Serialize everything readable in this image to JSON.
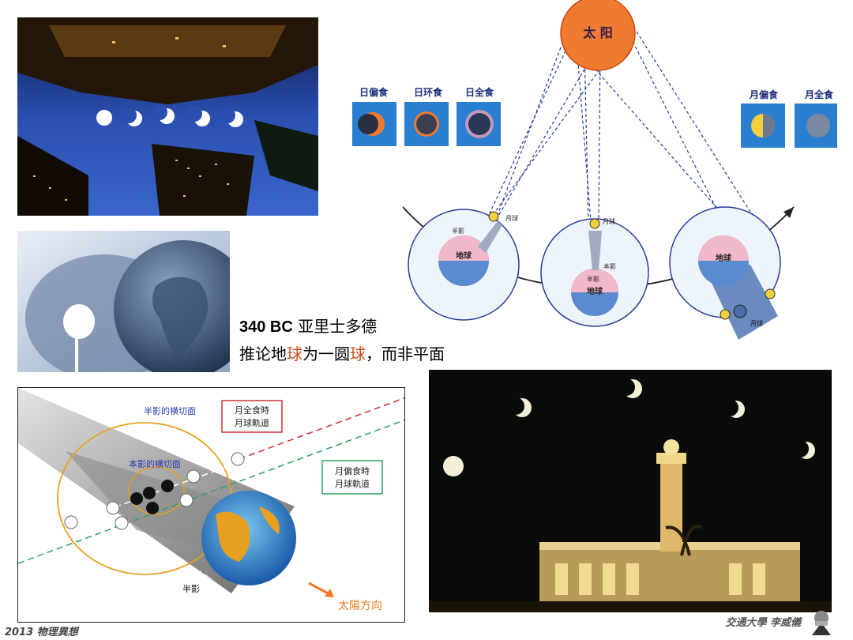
{
  "diagram": {
    "sun_label": "太 阳",
    "solar_eclipses": [
      "日偏食",
      "日环食",
      "日全食"
    ],
    "lunar_eclipses": [
      "月偏食",
      "月全食"
    ],
    "earth_label": "地球",
    "moon_label": "月球",
    "penumbra_label": "半影",
    "umbra_label": "本影"
  },
  "caption": {
    "line1_bold": "340 BC",
    "line1_rest": " 亚里士多德",
    "line2_a": "推论地",
    "line2_red1": "球",
    "line2_b": "为一圆",
    "line2_red2": "球",
    "line2_c": "，而非平面"
  },
  "shadow_diagram": {
    "penumbra_section": "半影的横切面",
    "umbra_section": "本影的横切面",
    "total_box_line1": "月全食時",
    "total_box_line2": "月球軌道",
    "partial_box_line1": "月偏食時",
    "partial_box_line2": "月球軌道",
    "umbra": "本影",
    "penumbra": "半影",
    "sun_direction": "太陽方向"
  },
  "footer": {
    "left": "2013 物理異想",
    "right": "交通大學 李威儀"
  },
  "colors": {
    "accent_red": "#c8501a",
    "sun": "#f07a30",
    "box_blue": "#2a7fd0"
  }
}
